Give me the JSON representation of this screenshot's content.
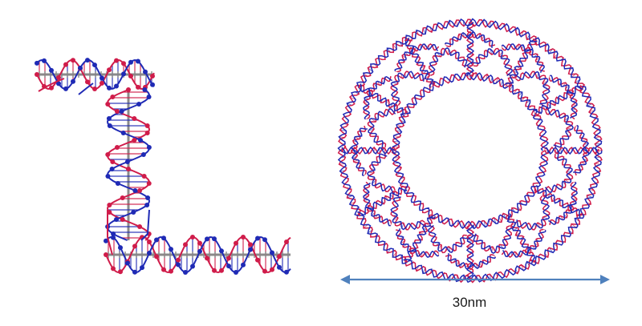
{
  "figure": {
    "colors": {
      "strand_a": "#d01c4a",
      "strand_b": "#1f2ab5",
      "backbone": "#8a8a8a",
      "scale_bar": "#4f81bd"
    },
    "l_motif": {
      "segments": [
        {
          "name": "top-duplex",
          "orientation": "horizontal"
        },
        {
          "name": "vertical-duplex",
          "orientation": "vertical"
        },
        {
          "name": "bottom-duplex",
          "orientation": "horizontal"
        }
      ]
    },
    "ring_assembly": {
      "spokes": 12,
      "arcs_per_layer": 12
    },
    "scale_bar": {
      "label": "30nm"
    }
  }
}
